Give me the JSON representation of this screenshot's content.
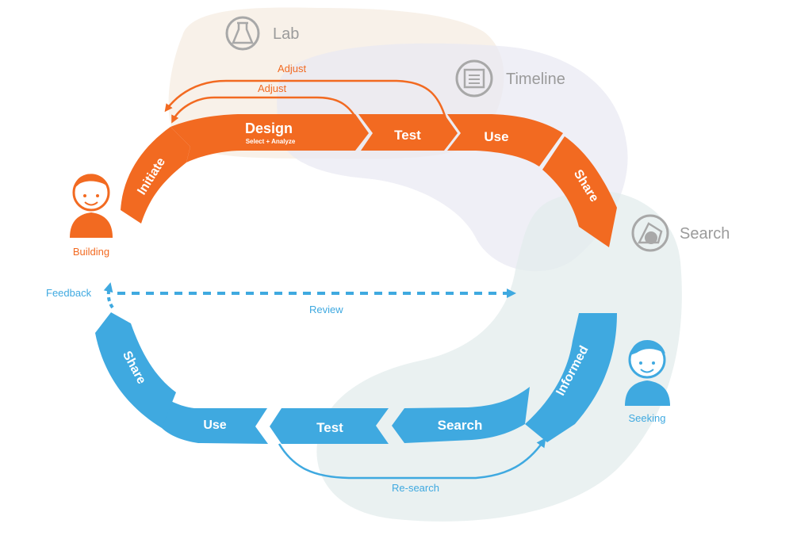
{
  "regions": {
    "lab": "Lab",
    "timeline": "Timeline",
    "search": "Search"
  },
  "building_loop": {
    "initiate": "Initiate",
    "design": "Design",
    "design_sub": "Select  +  Analyze",
    "test": "Test",
    "use": "Use",
    "share": "Share",
    "adjust_outer": "Adjust",
    "adjust_inner": "Adjust"
  },
  "seeking_loop": {
    "informed": "Informed",
    "search": "Search",
    "test": "Test",
    "use": "Use",
    "share": "Share",
    "research": "Re-search"
  },
  "people": {
    "building": "Building",
    "seeking": "Seeking"
  },
  "feedback": {
    "feedback": "Feedback",
    "review": "Review"
  },
  "colors": {
    "orange": "#f26a21",
    "blue": "#3fa9e0",
    "grey": "#9b9b9b"
  }
}
